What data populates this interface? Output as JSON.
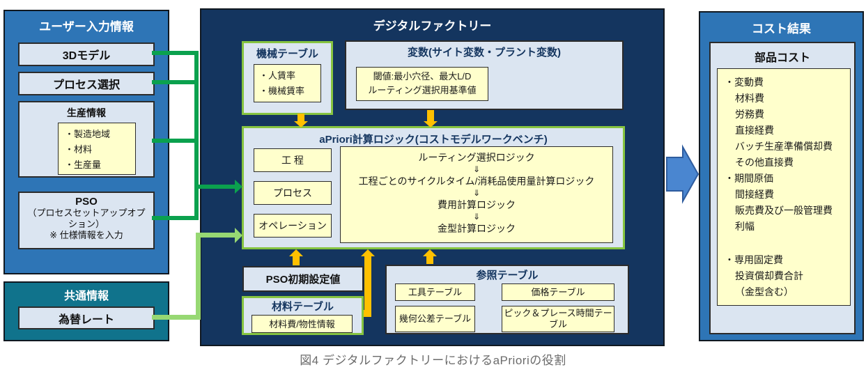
{
  "caption": "図4 デジタルファクトリーにおけるaPrioriの役割",
  "user_input": {
    "title": "ユーザー入力情報",
    "model_3d": "3Dモデル",
    "process_select": "プロセス選択",
    "production": {
      "title": "生産情報",
      "items": [
        "・製造地域",
        "・材料",
        "・生産量"
      ]
    },
    "pso": {
      "lines": [
        "PSO",
        "（プロセスセットアップオプ",
        "ション）",
        "※ 仕様情報を入力"
      ]
    }
  },
  "common_info": {
    "title": "共通情報",
    "exchange_rate": "為替レート"
  },
  "factory": {
    "title": "デジタルファクトリー",
    "machine_table": {
      "title": "機械テーブル",
      "items": [
        "・人賃率",
        "・機械賃率"
      ]
    },
    "variables": {
      "title": "変数(サイト変数・プラント変数)",
      "items": [
        "閾値:最小穴径、最大L/D",
        "ルーティング選択用基準値"
      ]
    },
    "apriori": {
      "title": "aPriori計算ロジック(コストモデルワークベンチ)",
      "buttons": [
        "工 程",
        "プロセス",
        "オペレーション"
      ],
      "logic": [
        "ルーティング選択ロジック",
        "⇓",
        "工程ごとのサイクルタイム/消耗品使用量計算ロジック",
        "⇓",
        "費用計算ロジック",
        "⇓",
        "金型計算ロジック"
      ]
    },
    "pso_defaults": "PSO初期設定値",
    "material_table": {
      "title": "材料テーブル",
      "item": "材料費/物性情報"
    },
    "reference_table": {
      "title": "参照テーブル",
      "cells": [
        "工具テーブル",
        "価格テーブル",
        "幾何公差テーブル",
        "ピック＆プレース時間テーブル"
      ]
    }
  },
  "cost_result": {
    "title": "コスト結果",
    "part_cost": {
      "title": "部品コスト",
      "lines": [
        "・変動費",
        "材料費",
        "労務費",
        "直接経費",
        "バッチ生産準備償却費",
        "その他直接費",
        "・期間原価",
        "間接経費",
        "販売費及び一般管理費",
        "利幅",
        "・専用固定費",
        "投資償却費合計",
        "（金型含む）"
      ]
    }
  },
  "colors": {
    "panel_blue": "#2E75B6",
    "panel_teal": "#10738C",
    "panel_navy": "#14355F",
    "box_light_blue": "#DBE5F1",
    "box_yellow": "#FFFFCC",
    "green_border": "#86C440",
    "arrow_green_dark": "#0BA14E",
    "arrow_green_light": "#97D873",
    "arrow_yellow": "#FFC000",
    "arrow_blue_fill": "#4A86D0",
    "arrow_blue_border": "#2E5C9E"
  }
}
